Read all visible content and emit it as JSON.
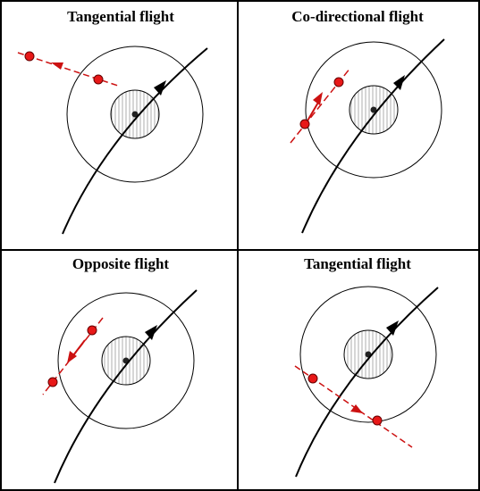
{
  "panels": [
    {
      "title": "Tangential flight"
    },
    {
      "title": "Co-directional flight"
    },
    {
      "title": "Opposite flight"
    },
    {
      "title": "Tangential flight"
    }
  ],
  "colors": {
    "frame": "#000000",
    "trajectory": "#000000",
    "intruder": "#cc1111",
    "intruder_dot": "#e81818",
    "hatch": "#777777",
    "center": "#222222"
  },
  "icons": {
    "arrowhead": "triangle-arrowhead",
    "intruder": "red-dot",
    "zone": "hatched-circle"
  }
}
